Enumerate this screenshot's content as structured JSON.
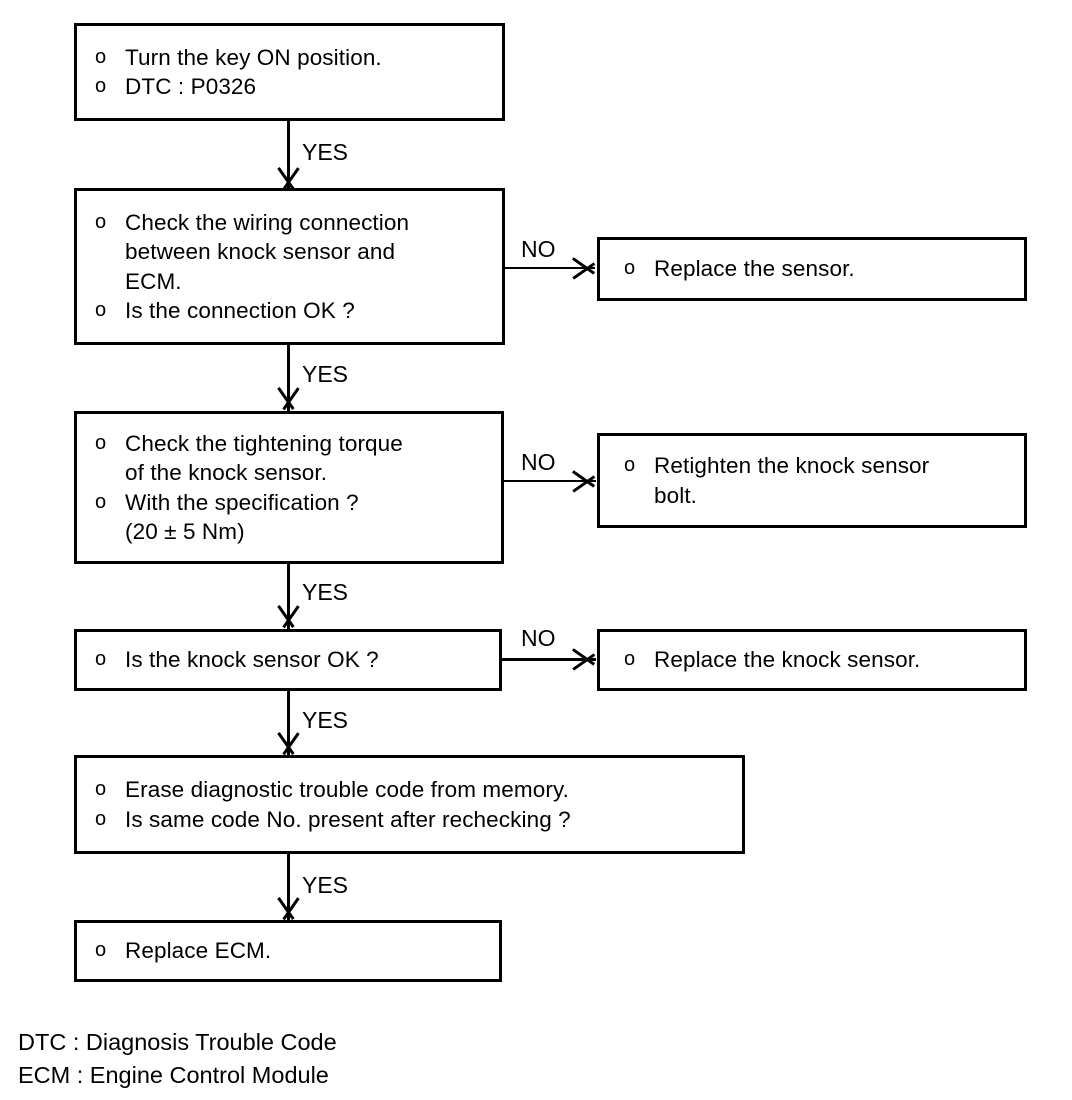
{
  "diagram": {
    "type": "flowchart",
    "title": "Knock Sensor DTC P0326 Diagnostic Flowchart",
    "boxes": [
      {
        "id": "start",
        "lines": [
          {
            "bullet": "o",
            "text": "Turn the key ON position."
          },
          {
            "bullet": "o",
            "text": "DTC : P0326"
          }
        ]
      },
      {
        "id": "check-wiring",
        "lines": [
          {
            "bullet": "o",
            "text": "Check the wiring connection"
          },
          {
            "bullet": "",
            "text": "between knock sensor and"
          },
          {
            "bullet": "",
            "text": "ECM."
          },
          {
            "bullet": "o",
            "text": "Is the connection OK ?"
          }
        ]
      },
      {
        "id": "replace-sensor",
        "lines": [
          {
            "bullet": "o",
            "text": "Replace the sensor."
          }
        ]
      },
      {
        "id": "check-torque",
        "lines": [
          {
            "bullet": "o",
            "text": "Check the tightening torque"
          },
          {
            "bullet": "",
            "text": "of the knock sensor."
          },
          {
            "bullet": "o",
            "text": "With the specification ?"
          },
          {
            "bullet": "",
            "text": "(20 ± 5 Nm)"
          }
        ]
      },
      {
        "id": "retighten-bolt",
        "lines": [
          {
            "bullet": "o",
            "text": "Retighten the knock sensor"
          },
          {
            "bullet": "",
            "text": "bolt."
          }
        ]
      },
      {
        "id": "sensor-ok",
        "lines": [
          {
            "bullet": "o",
            "text": "Is the knock sensor OK ?"
          }
        ]
      },
      {
        "id": "replace-knock-sensor",
        "lines": [
          {
            "bullet": "o",
            "text": "Replace the knock sensor."
          }
        ]
      },
      {
        "id": "erase-code",
        "lines": [
          {
            "bullet": "o",
            "text": "Erase diagnostic trouble code from memory."
          },
          {
            "bullet": "o",
            "text": "Is same code No. present after rechecking ?"
          }
        ]
      },
      {
        "id": "replace-ecm",
        "lines": [
          {
            "bullet": "o",
            "text": "Replace ECM."
          }
        ]
      }
    ],
    "edges": [
      {
        "id": "yes-1",
        "label": "YES"
      },
      {
        "id": "no-1",
        "label": "NO"
      },
      {
        "id": "yes-2",
        "label": "YES"
      },
      {
        "id": "no-2",
        "label": "NO"
      },
      {
        "id": "yes-3",
        "label": "YES"
      },
      {
        "id": "no-3",
        "label": "NO"
      },
      {
        "id": "yes-4",
        "label": "YES"
      },
      {
        "id": "yes-5",
        "label": "YES"
      }
    ],
    "legend": [
      {
        "id": "dtc",
        "text": "DTC : Diagnosis Trouble Code"
      },
      {
        "id": "ecm",
        "text": "ECM : Engine Control Module"
      }
    ],
    "colors": {
      "stroke": "#000000",
      "background": "#ffffff",
      "text": "#000000"
    }
  }
}
